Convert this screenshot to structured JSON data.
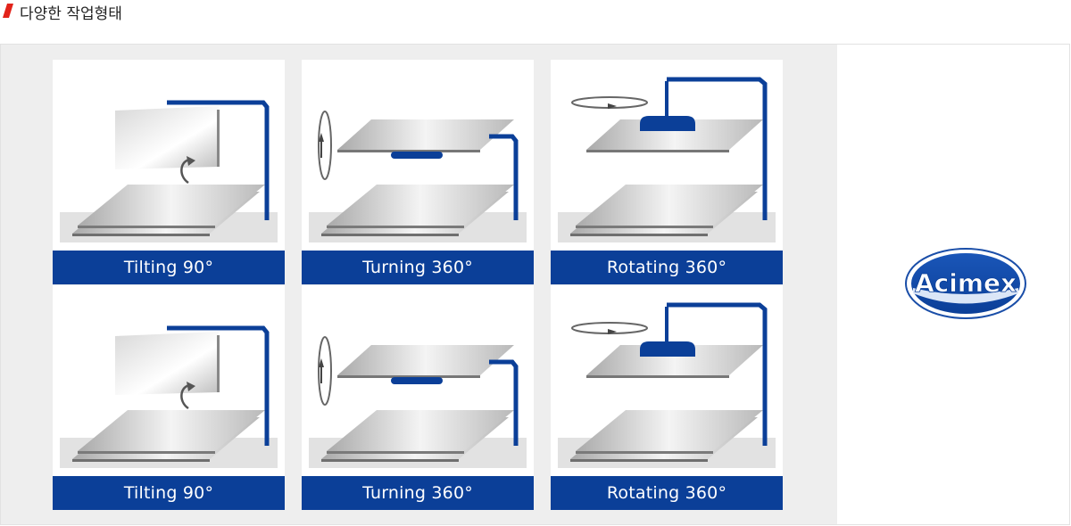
{
  "header": {
    "title": "다양한 작업형태"
  },
  "cards": [
    {
      "label": "Tilting 90°"
    },
    {
      "label": "Turning 360°"
    },
    {
      "label": "Rotating 360°"
    },
    {
      "label": "Tilting 90°"
    },
    {
      "label": "Turning 360°"
    },
    {
      "label": "Rotating 360°"
    }
  ],
  "logo": {
    "text": "Acimex",
    "icon": "acimex-logo"
  },
  "colors": {
    "brand_blue": "#0b3f98",
    "accent_red": "#e2231a",
    "panel_grey": "#eeeeee"
  }
}
